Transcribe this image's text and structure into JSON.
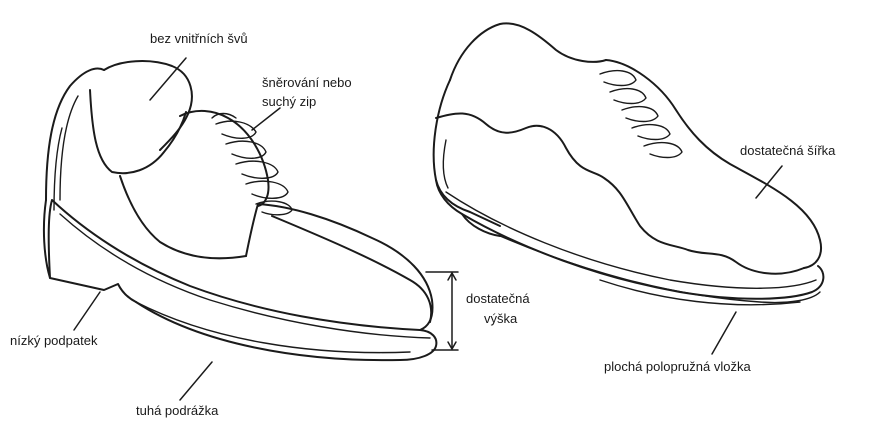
{
  "labels": {
    "no_inner_seams": "bez vnitřních švů",
    "lacing_line1": "šněrování nebo",
    "lacing_line2": "suchý zip",
    "sufficient_width": "dostatečná šířka",
    "sufficient_height_line1": "dostatečná",
    "sufficient_height_line2": "výška",
    "low_heel": "nízký podpatek",
    "stiff_sole": "tuhá podrážka",
    "flat_insole": "plochá polopružná vložka"
  }
}
